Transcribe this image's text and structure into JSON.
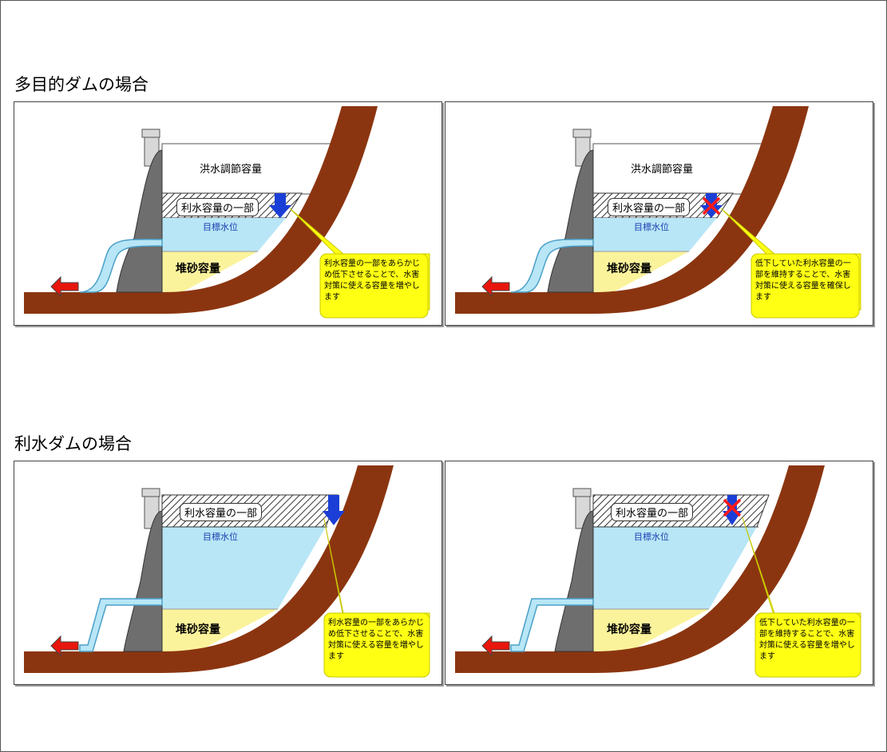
{
  "sections": [
    {
      "title": "多目的ダムの場合",
      "panels": [
        {
          "flood_label": "洪水調節容量",
          "partial_label": "利水容量の一部",
          "target_label": "目標水位",
          "sand_label": "堆砂容量",
          "callout": "利水容量の一部をあらかじめ低下させることで、水害対策に使える容量を増やします",
          "arrow_state": "lowering"
        },
        {
          "flood_label": "洪水調節容量",
          "partial_label": "利水容量の一部",
          "target_label": "目標水位",
          "sand_label": "堆砂容量",
          "callout": "低下していた利水容量の一部を維持することで、水害対策に使える容量を確保します",
          "arrow_state": "prevented"
        }
      ]
    },
    {
      "title": "利水ダムの場合",
      "panels": [
        {
          "partial_label": "利水容量の一部",
          "target_label": "目標水位",
          "sand_label": "堆砂容量",
          "callout": "利水容量の一部をあらかじめ低下させることで、水害対策に使える容量を増やします",
          "arrow_state": "lowering"
        },
        {
          "partial_label": "利水容量の一部",
          "target_label": "目標水位",
          "sand_label": "堆砂容量",
          "callout": "低下していた利水容量の一部を維持することで、水害対策に使える容量を増やします",
          "arrow_state": "prevented"
        }
      ]
    }
  ],
  "colors": {
    "ground": "#8b3510",
    "dam": "#6e6e6e",
    "water": "#b8e6f6",
    "sand": "#fbf39c",
    "arrow_down": "#1b3fd6",
    "outflow_arrow": "#e8160c",
    "callout_fill": "#ffff14",
    "cross": "#ff1a1a"
  }
}
